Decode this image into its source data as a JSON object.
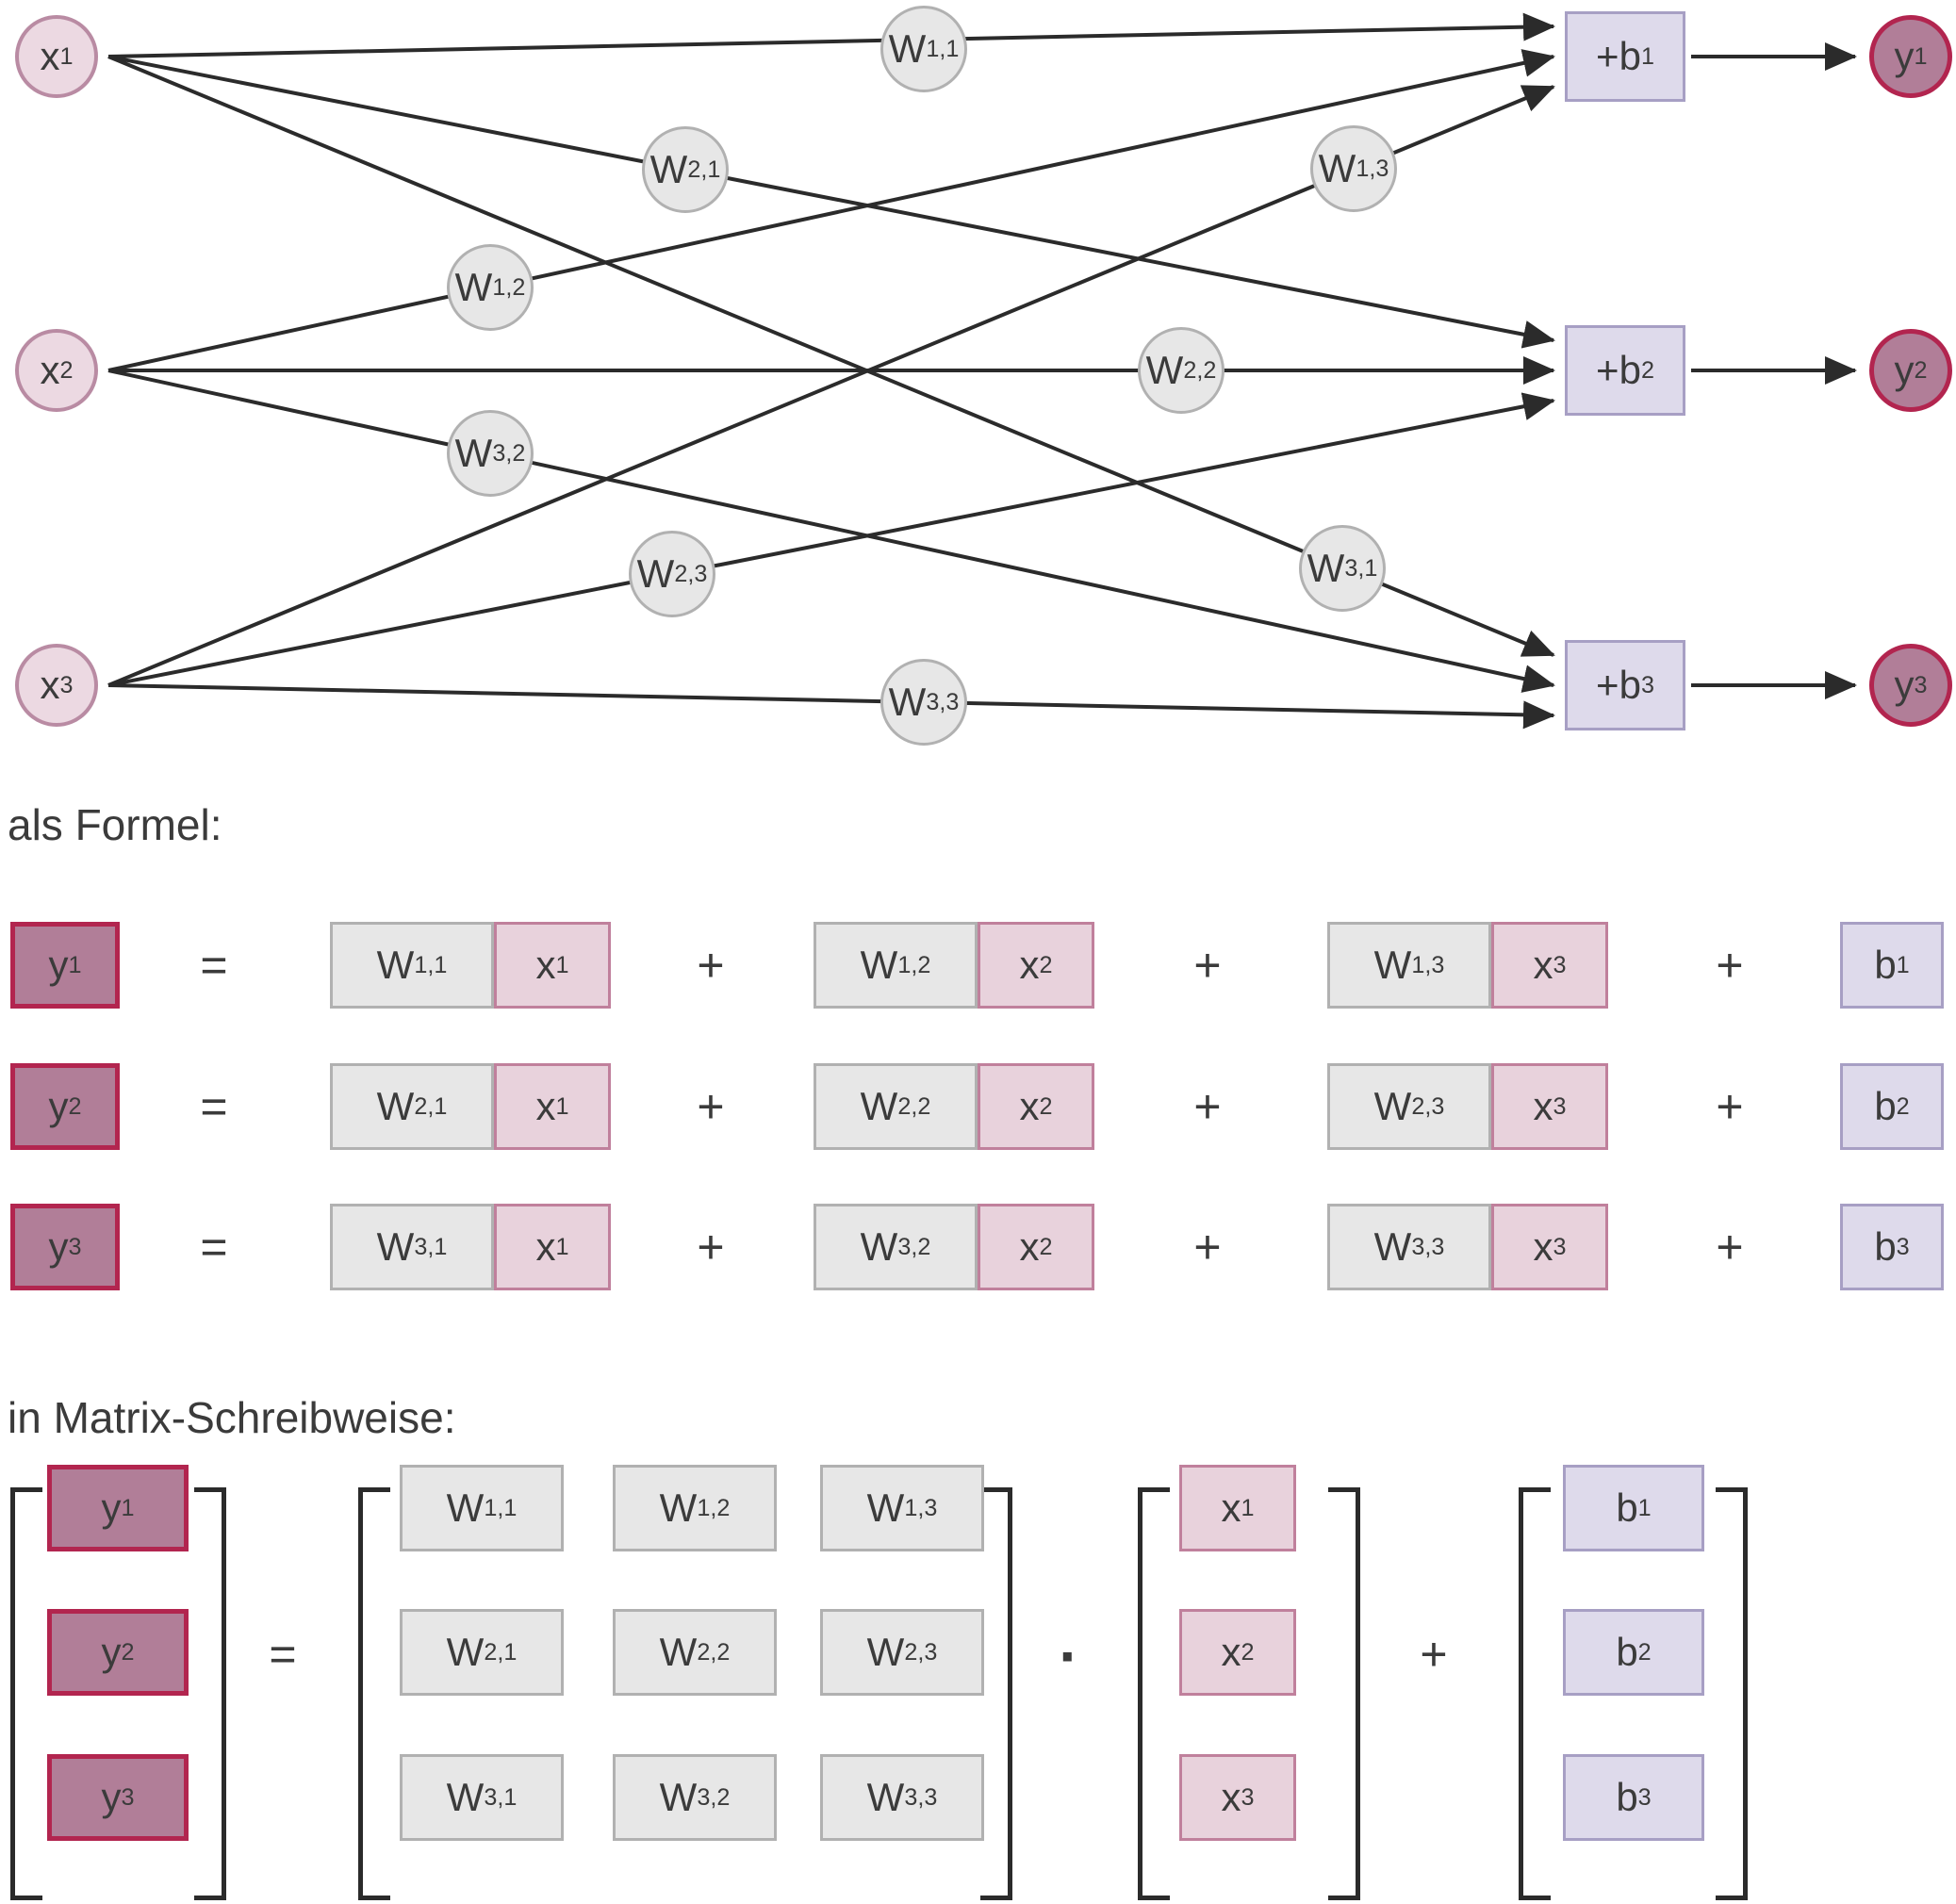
{
  "colors": {
    "input_fill": "#ecd9e2",
    "input_border": "#b98ba3",
    "output_fill": "#b17e98",
    "output_border": "#b2254f",
    "weight_fill": "#e7e7e7",
    "weight_border": "#b1b1b1",
    "bias_fill": "#dedaeb",
    "bias_border": "#a79fc4",
    "x_fill": "#e8d2dc",
    "x_border": "#c0809c",
    "line": "#2b2b2b"
  },
  "diagram": {
    "inputs": [
      {
        "base": "x",
        "sub": "1"
      },
      {
        "base": "x",
        "sub": "2"
      },
      {
        "base": "x",
        "sub": "3"
      }
    ],
    "weights": [
      {
        "base": "W",
        "sub": "1,1"
      },
      {
        "base": "W",
        "sub": "2,1"
      },
      {
        "base": "W",
        "sub": "1,3"
      },
      {
        "base": "W",
        "sub": "1,2"
      },
      {
        "base": "W",
        "sub": "2,2"
      },
      {
        "base": "W",
        "sub": "3,2"
      },
      {
        "base": "W",
        "sub": "3,1"
      },
      {
        "base": "W",
        "sub": "2,3"
      },
      {
        "base": "W",
        "sub": "3,3"
      }
    ],
    "biases": [
      {
        "base": "+b",
        "sub": "1"
      },
      {
        "base": "+b",
        "sub": "2"
      },
      {
        "base": "+b",
        "sub": "3"
      }
    ],
    "outputs": [
      {
        "base": "y",
        "sub": "1"
      },
      {
        "base": "y",
        "sub": "2"
      },
      {
        "base": "y",
        "sub": "3"
      }
    ]
  },
  "formula": {
    "heading": "als Formel:",
    "equals": "=",
    "plus": "+",
    "rows": [
      {
        "y": {
          "base": "y",
          "sub": "1"
        },
        "terms": [
          {
            "w": {
              "base": "W",
              "sub": "1,1"
            },
            "x": {
              "base": "x",
              "sub": "1"
            }
          },
          {
            "w": {
              "base": "W",
              "sub": "1,2"
            },
            "x": {
              "base": "x",
              "sub": "2"
            }
          },
          {
            "w": {
              "base": "W",
              "sub": "1,3"
            },
            "x": {
              "base": "x",
              "sub": "3"
            }
          }
        ],
        "b": {
          "base": "b",
          "sub": "1"
        }
      },
      {
        "y": {
          "base": "y",
          "sub": "2"
        },
        "terms": [
          {
            "w": {
              "base": "W",
              "sub": "2,1"
            },
            "x": {
              "base": "x",
              "sub": "1"
            }
          },
          {
            "w": {
              "base": "W",
              "sub": "2,2"
            },
            "x": {
              "base": "x",
              "sub": "2"
            }
          },
          {
            "w": {
              "base": "W",
              "sub": "2,3"
            },
            "x": {
              "base": "x",
              "sub": "3"
            }
          }
        ],
        "b": {
          "base": "b",
          "sub": "2"
        }
      },
      {
        "y": {
          "base": "y",
          "sub": "3"
        },
        "terms": [
          {
            "w": {
              "base": "W",
              "sub": "3,1"
            },
            "x": {
              "base": "x",
              "sub": "1"
            }
          },
          {
            "w": {
              "base": "W",
              "sub": "3,2"
            },
            "x": {
              "base": "x",
              "sub": "2"
            }
          },
          {
            "w": {
              "base": "W",
              "sub": "3,3"
            },
            "x": {
              "base": "x",
              "sub": "3"
            }
          }
        ],
        "b": {
          "base": "b",
          "sub": "3"
        }
      }
    ]
  },
  "matrix": {
    "heading": "in Matrix-Schreibweise:",
    "equals": "=",
    "dot": "·",
    "plus": "+",
    "y": [
      {
        "base": "y",
        "sub": "1"
      },
      {
        "base": "y",
        "sub": "2"
      },
      {
        "base": "y",
        "sub": "3"
      }
    ],
    "w": [
      [
        {
          "base": "W",
          "sub": "1,1"
        },
        {
          "base": "W",
          "sub": "1,2"
        },
        {
          "base": "W",
          "sub": "1,3"
        }
      ],
      [
        {
          "base": "W",
          "sub": "2,1"
        },
        {
          "base": "W",
          "sub": "2,2"
        },
        {
          "base": "W",
          "sub": "2,3"
        }
      ],
      [
        {
          "base": "W",
          "sub": "3,1"
        },
        {
          "base": "W",
          "sub": "3,2"
        },
        {
          "base": "W",
          "sub": "3,3"
        }
      ]
    ],
    "x": [
      {
        "base": "x",
        "sub": "1"
      },
      {
        "base": "x",
        "sub": "2"
      },
      {
        "base": "x",
        "sub": "3"
      }
    ],
    "b": [
      {
        "base": "b",
        "sub": "1"
      },
      {
        "base": "b",
        "sub": "2"
      },
      {
        "base": "b",
        "sub": "3"
      }
    ]
  }
}
